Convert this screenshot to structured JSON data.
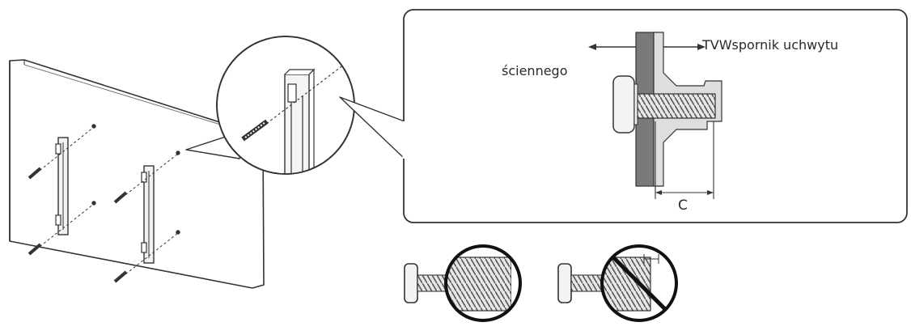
{
  "labels": {
    "tv_bracket": "TVWspornik uchwytu",
    "wall": "ściennego",
    "dimension": "C"
  },
  "icons": {
    "correct_example": "correct-screw-icon",
    "incorrect_example": "prohibited-screw-icon"
  },
  "colors": {
    "line": "#333333",
    "wall_fill": "#7a7a7a",
    "bracket_fill": "#dcdcdc",
    "panel_fill": "#ffffff"
  }
}
